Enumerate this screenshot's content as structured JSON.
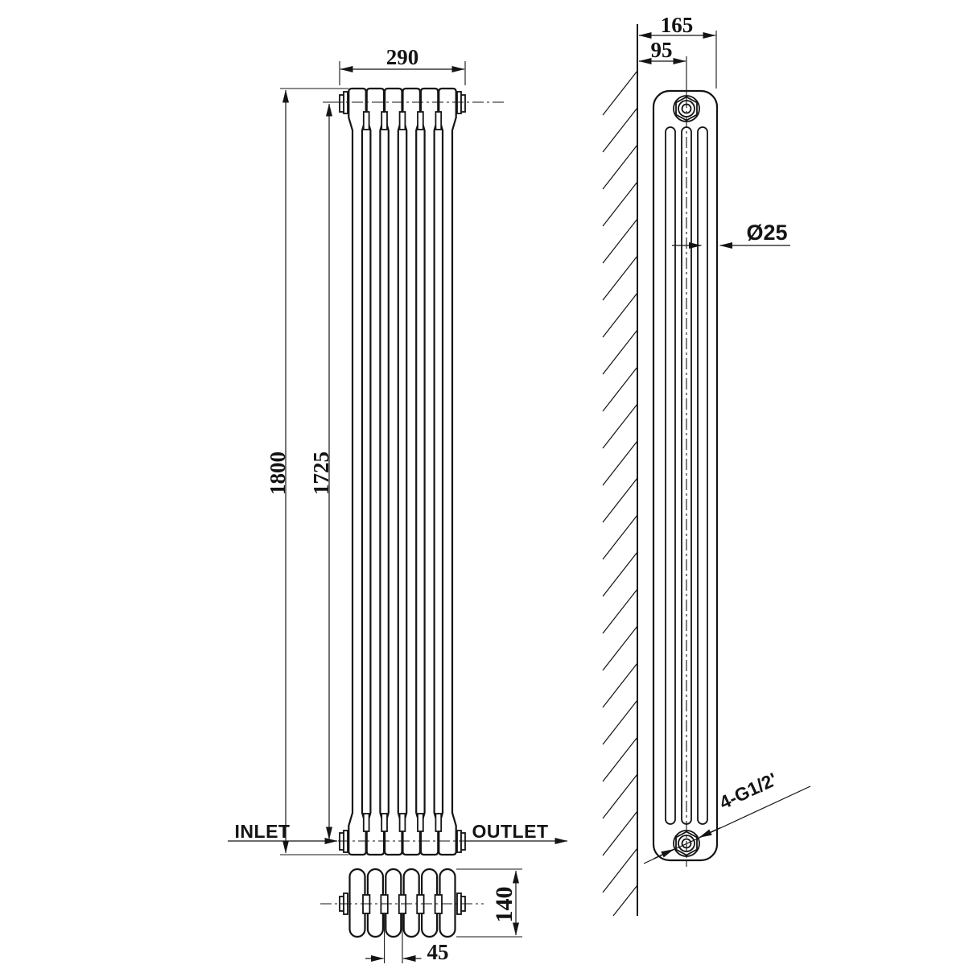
{
  "drawing": {
    "front_view": {
      "width_mm": "290",
      "overall_height_mm": "1800",
      "centres_height_mm": "1725",
      "inlet_label": "INLET",
      "outlet_label": "OUTLET"
    },
    "plan_view": {
      "depth_mm": "140",
      "pitch_mm": "45"
    },
    "side_view": {
      "depth_mm": "165",
      "wall_to_centre_mm": "95",
      "column_diameter_label": "Ø25",
      "connection_thread_label": "4-G1/2'"
    },
    "colors": {
      "line": "#141414",
      "background": "#ffffff"
    }
  }
}
